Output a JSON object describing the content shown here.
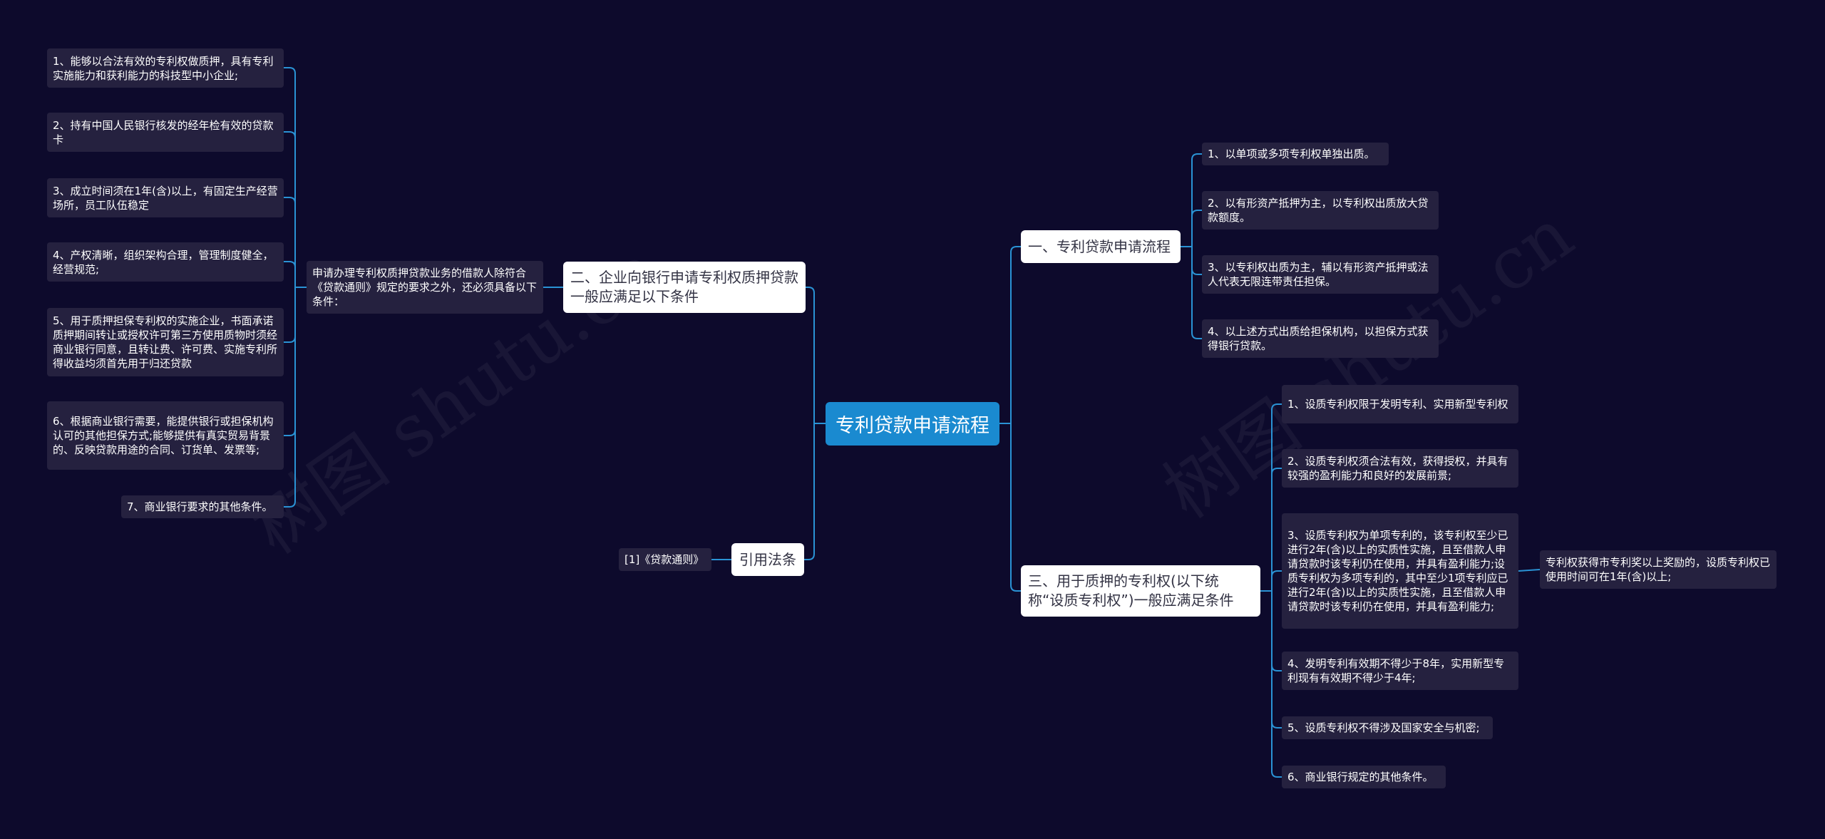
{
  "root": "专利贷款申请流程",
  "b1": {
    "title": "一、专利贷款申请流程",
    "items": [
      "1、以单项或多项专利权单独出质。",
      "2、以有形资产抵押为主，以专利权出质放大贷款额度。",
      "3、以专利权出质为主，辅以有形资产抵押或法人代表无限连带责任担保。",
      "4、以上述方式出质给担保机构，以担保方式获得银行贷款。"
    ]
  },
  "b2": {
    "title": "二、企业向银行申请专利权质押贷款一般应满足以下条件",
    "intro": "申请办理专利权质押贷款业务的借款人除符合《贷款通则》规定的要求之外，还必须具备以下条件：",
    "items": [
      "1、能够以合法有效的专利权做质押，具有专利实施能力和获利能力的科技型中小企业;",
      "2、持有中国人民银行核发的经年检有效的贷款卡",
      "3、成立时间须在1年(含)以上，有固定生产经营场所，员工队伍稳定",
      "4、产权清晰，组织架构合理，管理制度健全，经营规范;",
      "5、用于质押担保专利权的实施企业，书面承诺质押期间转让或授权许可第三方使用质物时须经商业银行同意，且转让费、许可费、实施专利所得收益均须首先用于归还贷款",
      "6、根据商业银行需要，能提供银行或担保机构认可的其他担保方式;能够提供有真实贸易背景的、反映贷款用途的合同、订货单、发票等;",
      "7、商业银行要求的其他条件。"
    ]
  },
  "b3": {
    "title": "三、用于质押的专利权(以下统称“设质专利权”)一般应满足条件",
    "items": [
      "1、设质专利权限于发明专利、实用新型专利权",
      "2、设质专利权须合法有效，获得授权，并具有较强的盈利能力和良好的发展前景;",
      "3、设质专利权为单项专利的，该专利权至少已进行2年(含)以上的实质性实施，且至借款人申请贷款时该专利仍在使用，并具有盈利能力;设质专利权为多项专利的，其中至少1项专利应已进行2年(含)以上的实质性实施，且至借款人申请贷款时该专利仍在使用，并具有盈利能力;",
      "4、发明专利有效期不得少于8年，实用新型专利现有有效期不得少于4年;",
      "5、设质专利权不得涉及国家安全与机密;",
      "6、商业银行规定的其他条件。"
    ],
    "sub": "专利权获得市专利奖以上奖励的，设质专利权已使用时间可在1年(含)以上;"
  },
  "b4": {
    "title": "引用法条",
    "items": [
      "[1]《贷款通则》"
    ]
  },
  "watermark": [
    "树图 shutu.cn",
    "树图 shutu.cn"
  ],
  "colors": {
    "background": "#0d0a2c",
    "root": "#1a8ad0",
    "line": "#2a93d5",
    "leaf": "#25213f"
  }
}
